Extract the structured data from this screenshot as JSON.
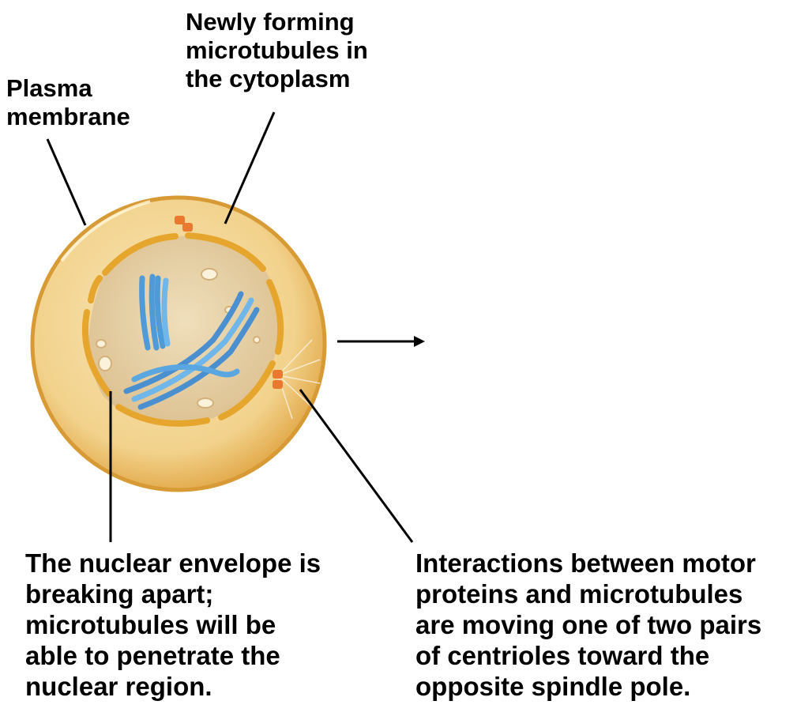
{
  "labels": {
    "plasma_membrane": [
      "Plasma",
      "membrane"
    ],
    "microtubules_forming": [
      "Newly forming",
      "microtubules in",
      "the cytoplasm"
    ],
    "nuclear_envelope": [
      "The nuclear envelope is",
      "breaking apart;",
      "microtubules will be",
      "able to penetrate the",
      "nuclear region."
    ],
    "motor_proteins": [
      "Interactions between motor",
      "proteins and microtubules",
      "are moving one of two pairs",
      "of centrioles toward the",
      "opposite spindle pole."
    ]
  },
  "colors": {
    "cytoplasm": "#f3d79a",
    "membrane": "#e0a53a",
    "nucleus": "#e8d3a6",
    "nuclear_envelope": "#e6a52c",
    "chromosome": "#4f9ad9",
    "centriole": "#e8792e",
    "leader_line": "#000000"
  }
}
